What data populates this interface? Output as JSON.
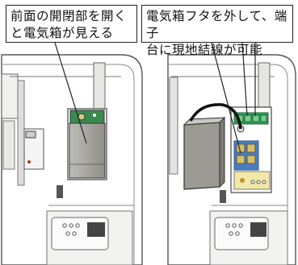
{
  "callouts": {
    "left": {
      "line1": "前面の開閉部を開く",
      "line2": "と電気箱が見える"
    },
    "right": {
      "line1": "電気箱フタを外して、端子",
      "line2": "台に現地結線が可能"
    }
  },
  "colors": {
    "panel_gray": "#9b9b93",
    "terminal_green": "#2fa05c",
    "terminal_blue": "#4a7ec0",
    "board_yellow": "#f2e8a8"
  }
}
